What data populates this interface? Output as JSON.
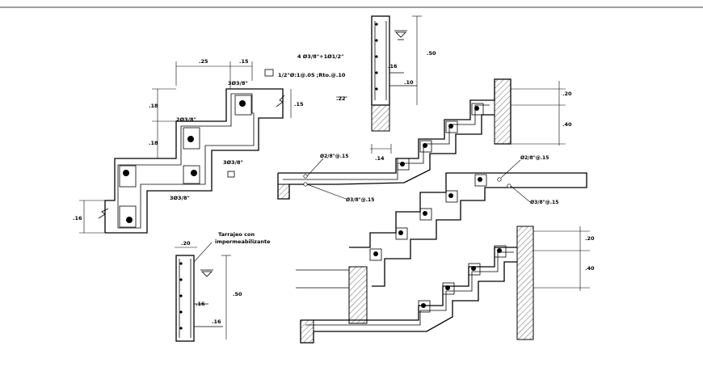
{
  "labels": {
    "dim_25": ".25",
    "dim_15_top": ".15",
    "rebar_3_38_a": "3Ø3/8\"",
    "rebar_4_38_12": "4 Ø3/8\"+1Ø1/2\"",
    "note_stirrups": "1/2\"Ø:1@.05 ;Rto.@.10",
    "dim_50": ".50",
    "dim_15_right": ".15",
    "dim_18_a": ".18",
    "dim_18_b": ".18",
    "rebar_2_38": "2Ø3/8\"",
    "dim_22": ".22",
    "dim_16_top": ".16",
    "dim_10": ".10",
    "rebar_3_38_b": "3Ø3/8\"",
    "rebar_3_38_c": "3Ø3/8\"",
    "dim_16_left": ".16",
    "dim_14": ".14",
    "dim_20_a": ".20",
    "dim_40_a": ".40",
    "callout_a1": "Ø2/8\"@.15",
    "callout_a2": "Ø3/8\"@.15",
    "callout_b1": "Ø2/8\"@.15",
    "callout_b2": "Ø3/8\"@.15",
    "finish_note_1": "Tarrajeo con",
    "finish_note_2": "impermeabilizante",
    "dim_20_b": ".20",
    "dim_50_b": ".50",
    "dim_16_b": ".16",
    "dim_16_c": ".16",
    "dim_20_c": ".20",
    "dim_40_c": ".40"
  }
}
